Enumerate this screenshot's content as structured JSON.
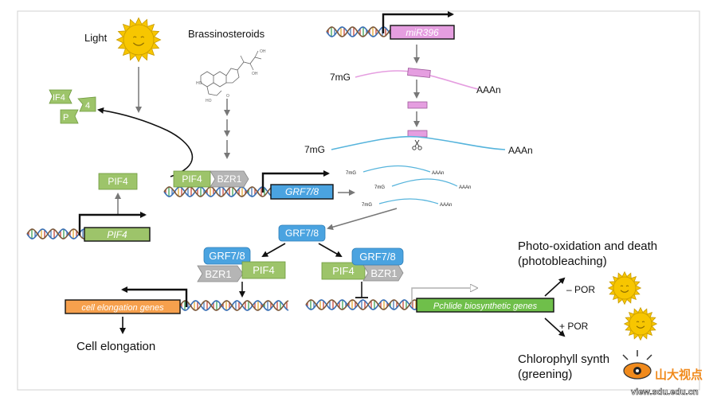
{
  "labels": {
    "light": "Light",
    "brassinosteroids": "Brassinosteroids",
    "pif4": "PIF4",
    "bzr1": "BZR1",
    "grf78": "GRF7/8",
    "mir396": "miR396",
    "seven_mg": "7mG",
    "aaan": "AAAn",
    "pif4_frag_a": "IF4",
    "pif4_frag_b": "4",
    "pif4_frag_c": "P",
    "cell_elongation_genes": "cell elongation genes",
    "cell_elongation": "Cell elongation",
    "pchlide_genes": "Pchlide biosynthetic genes",
    "photo_oxidation_line1": "Photo-oxidation and death",
    "photo_oxidation_line2": "(photobleaching)",
    "chlorophyll_line1": "Chlorophyll synth",
    "chlorophyll_line2": "(greening)",
    "minus_por": "– POR",
    "plus_por": "+ POR",
    "watermark_cn": "山大视点",
    "watermark_url": "view.sdu.edu.cn"
  },
  "colors": {
    "pif4_green": "#9dc46a",
    "pif4_border": "#6f9a3e",
    "bzr1_gray": "#b5b5b5",
    "grf_blue": "#4aa3e0",
    "mir_pink": "#e59ee0",
    "mrna_blue": "#56b4dc",
    "orange_gene": "#f6a04d",
    "green_gene": "#6fbf4a",
    "sun_yellow": "#f7c600",
    "dna_blue": "#3a6fb3",
    "dna_red": "#c0392b",
    "dna_green": "#2e9b4a"
  }
}
